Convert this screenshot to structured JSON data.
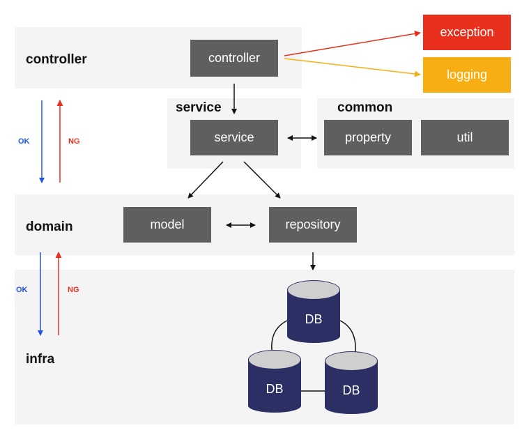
{
  "layers": {
    "controller": "controller",
    "service": "service",
    "common": "common",
    "domain": "domain",
    "infra": "infra"
  },
  "boxes": {
    "controller": "controller",
    "exception": "exception",
    "logging": "logging",
    "service": "service",
    "property": "property",
    "util": "util",
    "model": "model",
    "repository": "repository"
  },
  "flows": {
    "ok_upper": "OK",
    "ng_upper": "NG",
    "ok_lower": "OK",
    "ng_lower": "NG"
  },
  "databases": [
    "DB",
    "DB",
    "DB"
  ],
  "colors": {
    "box": "#5f5f5f",
    "exception": "#e8301c",
    "logging": "#f6ae13",
    "db": "#2b2f63",
    "ok": "#1f55e8",
    "ng": "#e8301c"
  }
}
